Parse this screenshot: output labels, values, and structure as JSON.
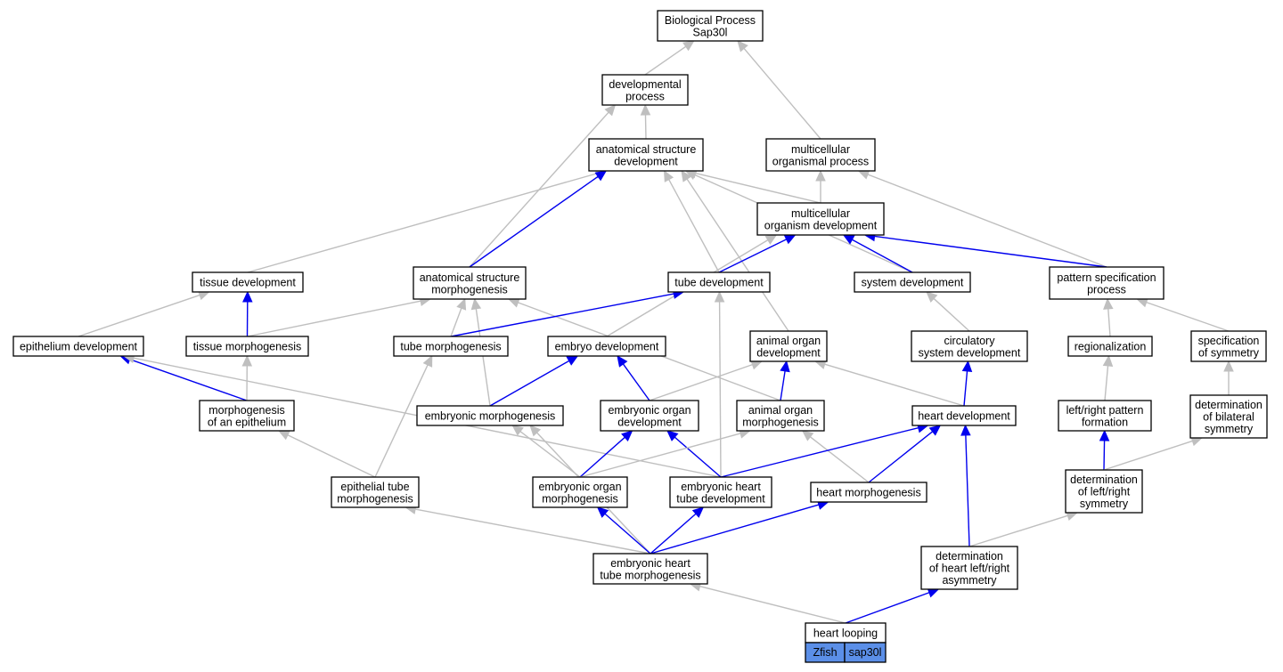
{
  "colors": {
    "is_a": "#bfbfbf",
    "part_of": "#0000ee",
    "leaf_fill": "#5b8fe8"
  },
  "nodes": {
    "bp": [
      "Biological Process",
      "Sap30l"
    ],
    "devproc": [
      "developmental",
      "process"
    ],
    "asd": [
      "anatomical structure",
      "development"
    ],
    "mop": [
      "multicellular",
      "organismal process"
    ],
    "mod": [
      "multicellular",
      "organism development"
    ],
    "tissuedev": [
      "tissue development"
    ],
    "asm": [
      "anatomical structure",
      "morphogenesis"
    ],
    "tubedev": [
      "tube development"
    ],
    "sysdev": [
      "system development"
    ],
    "psp": [
      "pattern specification",
      "process"
    ],
    "epidev": [
      "epithelium development"
    ],
    "tissuemorph": [
      "tissue morphogenesis"
    ],
    "tubemorph": [
      "tube morphogenesis"
    ],
    "embryodev": [
      "embryo development"
    ],
    "aod": [
      "animal organ",
      "development"
    ],
    "csd": [
      "circulatory",
      "system development"
    ],
    "regional": [
      "regionalization"
    ],
    "specsym": [
      "specification",
      "of symmetry"
    ],
    "moe": [
      "morphogenesis",
      "of an epithelium"
    ],
    "embmorph": [
      "embryonic morphogenesis"
    ],
    "eod": [
      "embryonic organ",
      "development"
    ],
    "aom": [
      "animal organ",
      "morphogenesis"
    ],
    "heartdev": [
      "heart development"
    ],
    "lrpf": [
      "left/right pattern",
      "formation"
    ],
    "dbs": [
      "determination",
      "of bilateral",
      "symmetry"
    ],
    "etm": [
      "epithelial tube",
      "morphogenesis"
    ],
    "eom": [
      "embryonic organ",
      "morphogenesis"
    ],
    "ehtd": [
      "embryonic heart",
      "tube development"
    ],
    "heartmorph": [
      "heart morphogenesis"
    ],
    "dlrs": [
      "determination",
      "of left/right",
      "symmetry"
    ],
    "ehtm": [
      "embryonic heart",
      "tube morphogenesis"
    ],
    "dhlra": [
      "determination",
      "of heart left/right",
      "asymmetry"
    ],
    "hl": [
      "heart looping"
    ]
  },
  "leaf_buttons": {
    "species": "Zfish",
    "gene": "sap30l"
  },
  "edges": [
    [
      "devproc",
      "bp",
      "is_a"
    ],
    [
      "mop",
      "bp",
      "is_a"
    ],
    [
      "asd",
      "devproc",
      "is_a"
    ],
    [
      "asm",
      "devproc",
      "is_a"
    ],
    [
      "mod",
      "mop",
      "is_a"
    ],
    [
      "psp",
      "mop",
      "is_a"
    ],
    [
      "mod",
      "asd",
      "is_a"
    ],
    [
      "tissuedev",
      "asd",
      "is_a"
    ],
    [
      "asm",
      "asd",
      "part_of"
    ],
    [
      "tubedev",
      "asd",
      "is_a"
    ],
    [
      "sysdev",
      "asd",
      "is_a"
    ],
    [
      "aod",
      "asd",
      "is_a"
    ],
    [
      "tubedev",
      "mod",
      "part_of"
    ],
    [
      "sysdev",
      "mod",
      "part_of"
    ],
    [
      "psp",
      "mod",
      "part_of"
    ],
    [
      "embryodev",
      "mod",
      "is_a"
    ],
    [
      "tissuemorph",
      "tissuedev",
      "part_of"
    ],
    [
      "epidev",
      "tissuedev",
      "is_a"
    ],
    [
      "tissuemorph",
      "asm",
      "is_a"
    ],
    [
      "tubemorph",
      "asm",
      "is_a"
    ],
    [
      "embmorph",
      "asm",
      "is_a"
    ],
    [
      "aom",
      "asm",
      "is_a"
    ],
    [
      "tubemorph",
      "tubedev",
      "part_of"
    ],
    [
      "ehtd",
      "tubedev",
      "is_a"
    ],
    [
      "csd",
      "sysdev",
      "is_a"
    ],
    [
      "regional",
      "psp",
      "is_a"
    ],
    [
      "specsym",
      "psp",
      "is_a"
    ],
    [
      "moe",
      "epidev",
      "part_of"
    ],
    [
      "ehtd",
      "epidev",
      "is_a"
    ],
    [
      "moe",
      "tissuemorph",
      "is_a"
    ],
    [
      "etm",
      "tubemorph",
      "is_a"
    ],
    [
      "embmorph",
      "embryodev",
      "part_of"
    ],
    [
      "eod",
      "embryodev",
      "part_of"
    ],
    [
      "eod",
      "aod",
      "is_a"
    ],
    [
      "aom",
      "aod",
      "part_of"
    ],
    [
      "heartdev",
      "aod",
      "is_a"
    ],
    [
      "heartdev",
      "csd",
      "part_of"
    ],
    [
      "lrpf",
      "regional",
      "is_a"
    ],
    [
      "dbs",
      "specsym",
      "is_a"
    ],
    [
      "etm",
      "moe",
      "is_a"
    ],
    [
      "eom",
      "embmorph",
      "is_a"
    ],
    [
      "ehtm",
      "embmorph",
      "is_a"
    ],
    [
      "eom",
      "eod",
      "part_of"
    ],
    [
      "ehtd",
      "eod",
      "part_of"
    ],
    [
      "eom",
      "aom",
      "is_a"
    ],
    [
      "heartmorph",
      "aom",
      "is_a"
    ],
    [
      "ehtd",
      "heartdev",
      "part_of"
    ],
    [
      "heartmorph",
      "heartdev",
      "part_of"
    ],
    [
      "dhlra",
      "heartdev",
      "part_of"
    ],
    [
      "dlrs",
      "lrpf",
      "part_of"
    ],
    [
      "dlrs",
      "dbs",
      "is_a"
    ],
    [
      "ehtm",
      "etm",
      "is_a"
    ],
    [
      "ehtm",
      "eom",
      "part_of"
    ],
    [
      "ehtm",
      "ehtd",
      "part_of"
    ],
    [
      "ehtm",
      "heartmorph",
      "part_of"
    ],
    [
      "dhlra",
      "dlrs",
      "is_a"
    ],
    [
      "hl",
      "ehtm",
      "is_a"
    ],
    [
      "hl",
      "dhlra",
      "part_of"
    ]
  ]
}
